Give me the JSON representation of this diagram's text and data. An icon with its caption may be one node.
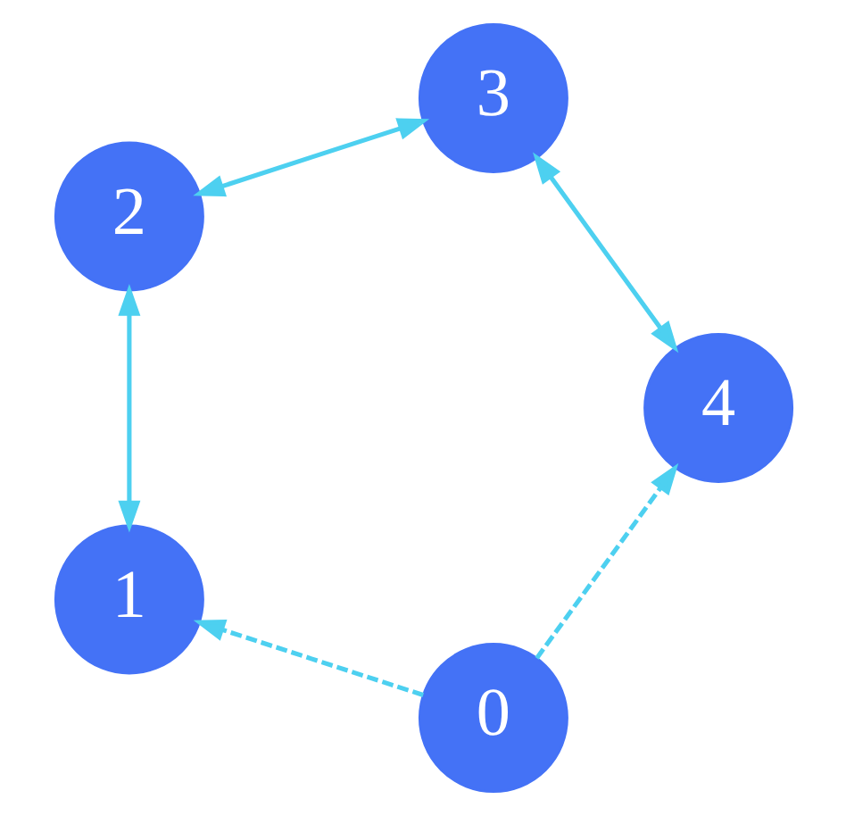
{
  "diagram": {
    "nodes": [
      {
        "text": [
          "0"
        ]
      },
      {
        "text": [
          "1"
        ]
      },
      {
        "text": [
          "2"
        ]
      },
      {
        "text": [
          "3"
        ]
      },
      {
        "text": [
          "4"
        ]
      }
    ],
    "edges": [
      {
        "from": 0,
        "to": 1,
        "arrow": "to",
        "style": "dashed"
      },
      {
        "from": 0,
        "to": 4,
        "arrow": "to",
        "style": "dashed"
      },
      {
        "from": 1,
        "to": 2,
        "arrow": "both"
      },
      {
        "from": 2,
        "to": 3,
        "arrow": "both"
      },
      {
        "from": 3,
        "to": 4,
        "arrow": "both"
      }
    ]
  }
}
